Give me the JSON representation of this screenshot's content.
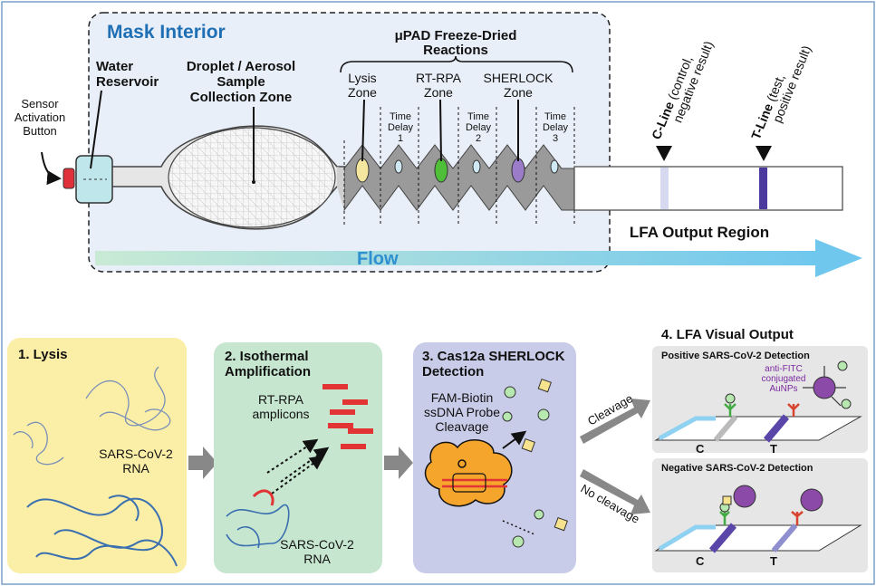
{
  "top": {
    "mask_title": "Mask Interior",
    "sensor_label": [
      "Sensor",
      "Activation",
      "Button"
    ],
    "water_label": [
      "Water",
      "Reservoir"
    ],
    "droplet_label": [
      "Droplet / Aerosol",
      "Sample",
      "Collection Zone"
    ],
    "upad_title": [
      "μPAD Freeze-Dried",
      "Reactions"
    ],
    "zones": [
      {
        "label": [
          "Lysis",
          "Zone"
        ],
        "color": "#f5e7a0"
      },
      {
        "label": [
          "RT-RPA",
          "Zone"
        ],
        "color": "#4fbf3a"
      },
      {
        "label": [
          "SHERLOCK",
          "Zone"
        ],
        "color": "#9b7cc8"
      }
    ],
    "delays": [
      [
        "Time",
        "Delay",
        "1"
      ],
      [
        "Time",
        "Delay",
        "2"
      ],
      [
        "Time",
        "Delay",
        "3"
      ]
    ],
    "c_line": {
      "bold": "C-Line",
      "rest": [
        "(control,",
        "negative result)"
      ]
    },
    "t_line": {
      "bold": "T-Line",
      "rest": [
        "(test,",
        "positive result)"
      ]
    },
    "lfa_region": "LFA Output Region",
    "flow": "Flow",
    "colors": {
      "mask_bg": "#e9eff8",
      "flow": "#6fc7ee",
      "title_blue": "#1f6fb5",
      "line_dark": "#4c3a9e",
      "line_light": "#d7d9f0"
    }
  },
  "panels": {
    "lysis": {
      "title": "1. Lysis",
      "rna": [
        "SARS-CoV-2",
        "RNA"
      ],
      "bg": "#fbeea6"
    },
    "amp": {
      "title": [
        "2. Isothermal",
        "Amplification"
      ],
      "amplicons": [
        "RT-RPA",
        "amplicons"
      ],
      "rna": [
        "SARS-CoV-2",
        "RNA"
      ],
      "bg": "#c6e6cf"
    },
    "sherlock": {
      "title": [
        "3. Cas12a SHERLOCK",
        "Detection"
      ],
      "probe": [
        "FAM-Biotin",
        "ssDNA Probe",
        "Cleavage"
      ],
      "bg": "#c9cce8"
    },
    "lfa": {
      "title": "4. LFA Visual Output",
      "positive": {
        "title": "Positive SARS-CoV-2 Detection",
        "au": [
          "anti-FITC",
          "conjugated",
          "AuNPs"
        ],
        "c": "C",
        "t": "T"
      },
      "negative": {
        "title": "Negative SARS-CoV-2 Detection",
        "c": "C",
        "t": "T"
      },
      "cleavage": "Cleavage",
      "no_cleavage": "No cleavage",
      "bg": "#e6e6e6"
    }
  },
  "icons": {
    "flow_arrow": "arrow-right-icon",
    "sensor_button": "button-icon",
    "au_particle": "nanoparticle-icon"
  }
}
